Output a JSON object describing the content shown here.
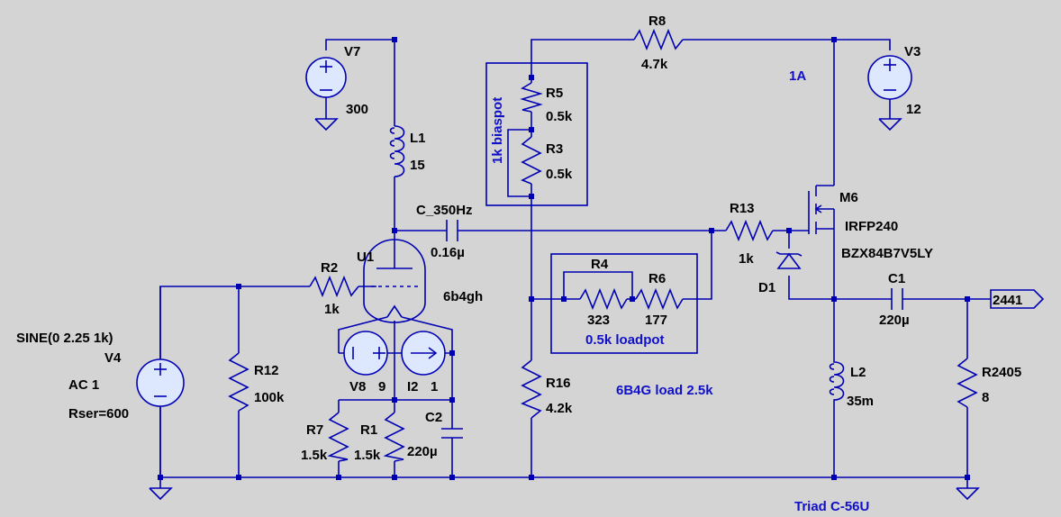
{
  "components": {
    "v7": {
      "name": "V7",
      "value": "300"
    },
    "l1": {
      "name": "L1",
      "value": "15"
    },
    "c_350": {
      "name": "C_350Hz",
      "value": "0.16µ"
    },
    "u1": {
      "name": "U1",
      "value": "6b4gh"
    },
    "r2": {
      "name": "R2",
      "value": "1k"
    },
    "v4": {
      "name": "V4",
      "func": "SINE(0 2.25 1k)",
      "ac": "AC 1",
      "rser": "Rser=600"
    },
    "r12": {
      "name": "R12",
      "value": "100k"
    },
    "v8": {
      "name": "V8",
      "value": "9"
    },
    "i2": {
      "name": "I2",
      "value": "1"
    },
    "r7": {
      "name": "R7",
      "value": "1.5k"
    },
    "r1": {
      "name": "R1",
      "value": "1.5k"
    },
    "c2": {
      "name": "C2",
      "value": "220µ"
    },
    "r8": {
      "name": "R8",
      "value": "4.7k"
    },
    "r5": {
      "name": "R5",
      "value": "0.5k"
    },
    "r3": {
      "name": "R3",
      "value": "0.5k"
    },
    "r16": {
      "name": "R16",
      "value": "4.2k"
    },
    "r4": {
      "name": "R4",
      "value": "323"
    },
    "r6": {
      "name": "R6",
      "value": "177"
    },
    "r13": {
      "name": "R13",
      "value": "1k"
    },
    "m6": {
      "name": "M6",
      "value": "IRFP240"
    },
    "d1": {
      "name": "D1",
      "value": "BZX84B7V5LY"
    },
    "v3": {
      "name": "V3",
      "value": "12"
    },
    "c1": {
      "name": "C1",
      "value": "220µ"
    },
    "l2": {
      "name": "L2",
      "value": "35m"
    },
    "r2405": {
      "name": "R2405",
      "value": "8"
    }
  },
  "notes": {
    "biaspot": "1k biaspot",
    "loadpot": "0.5k loadpot",
    "load": "6B4G load 2.5k",
    "current": "1A",
    "transformer": "Triad C-56U"
  },
  "net_label": "2441",
  "colors": {
    "background": "#d4d4d4",
    "wire": "#0000b4",
    "note": "#1010c8",
    "label": "#000000"
  }
}
